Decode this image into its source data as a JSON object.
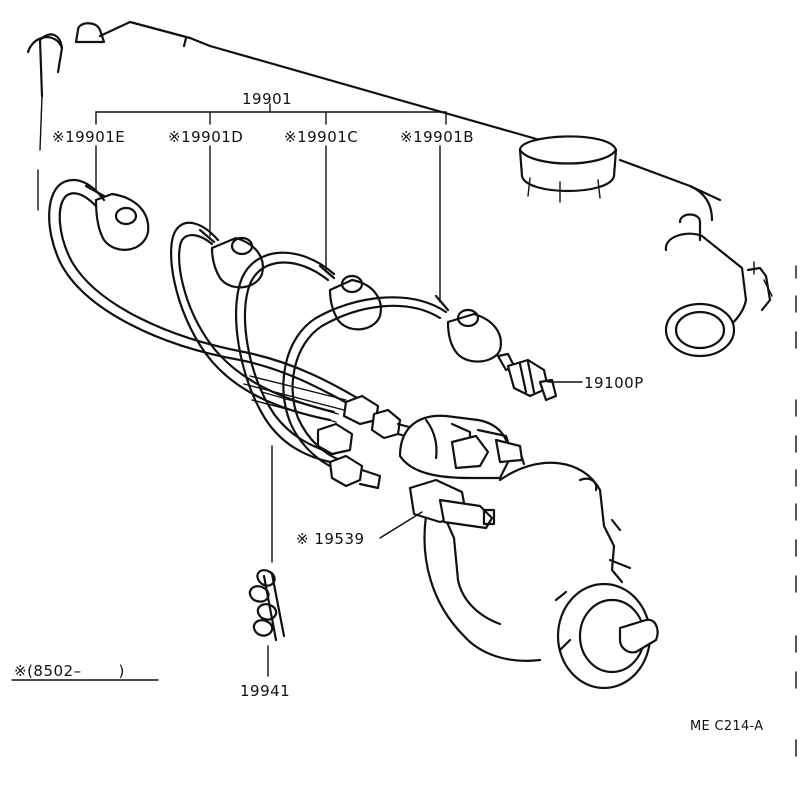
{
  "labels": {
    "wire_set": "19901",
    "wire_e": "※19901E",
    "wire_d": "※19901D",
    "wire_c": "※19901C",
    "wire_b": "※19901B",
    "sensor": "19100P",
    "connector": "※ 19539",
    "clamp": "19941",
    "date_note": "※(8502–       )",
    "diagram_code": "ME C214-A"
  }
}
